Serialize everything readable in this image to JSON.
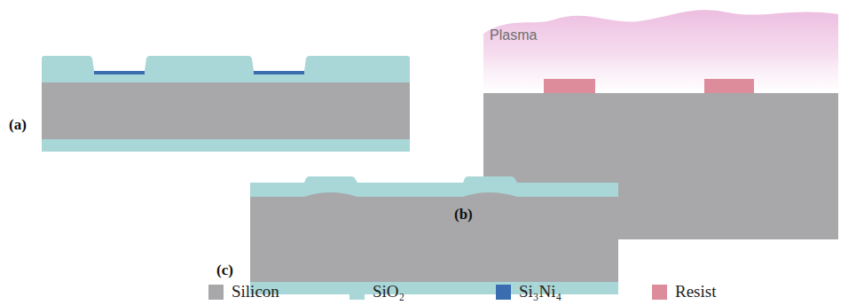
{
  "diagram": {
    "labels": [
      "(a)",
      "(b)",
      "(c)",
      "Plasma"
    ],
    "legend": [
      {
        "text": "Silicon",
        "color": "#a8a8aa"
      },
      {
        "text": "SiO₂",
        "color": "#a9d6d6"
      },
      {
        "text": "Si₃Ni₄",
        "color": "#3a6db0"
      },
      {
        "text": "Resist",
        "color": "#dd8c9c"
      }
    ]
  }
}
